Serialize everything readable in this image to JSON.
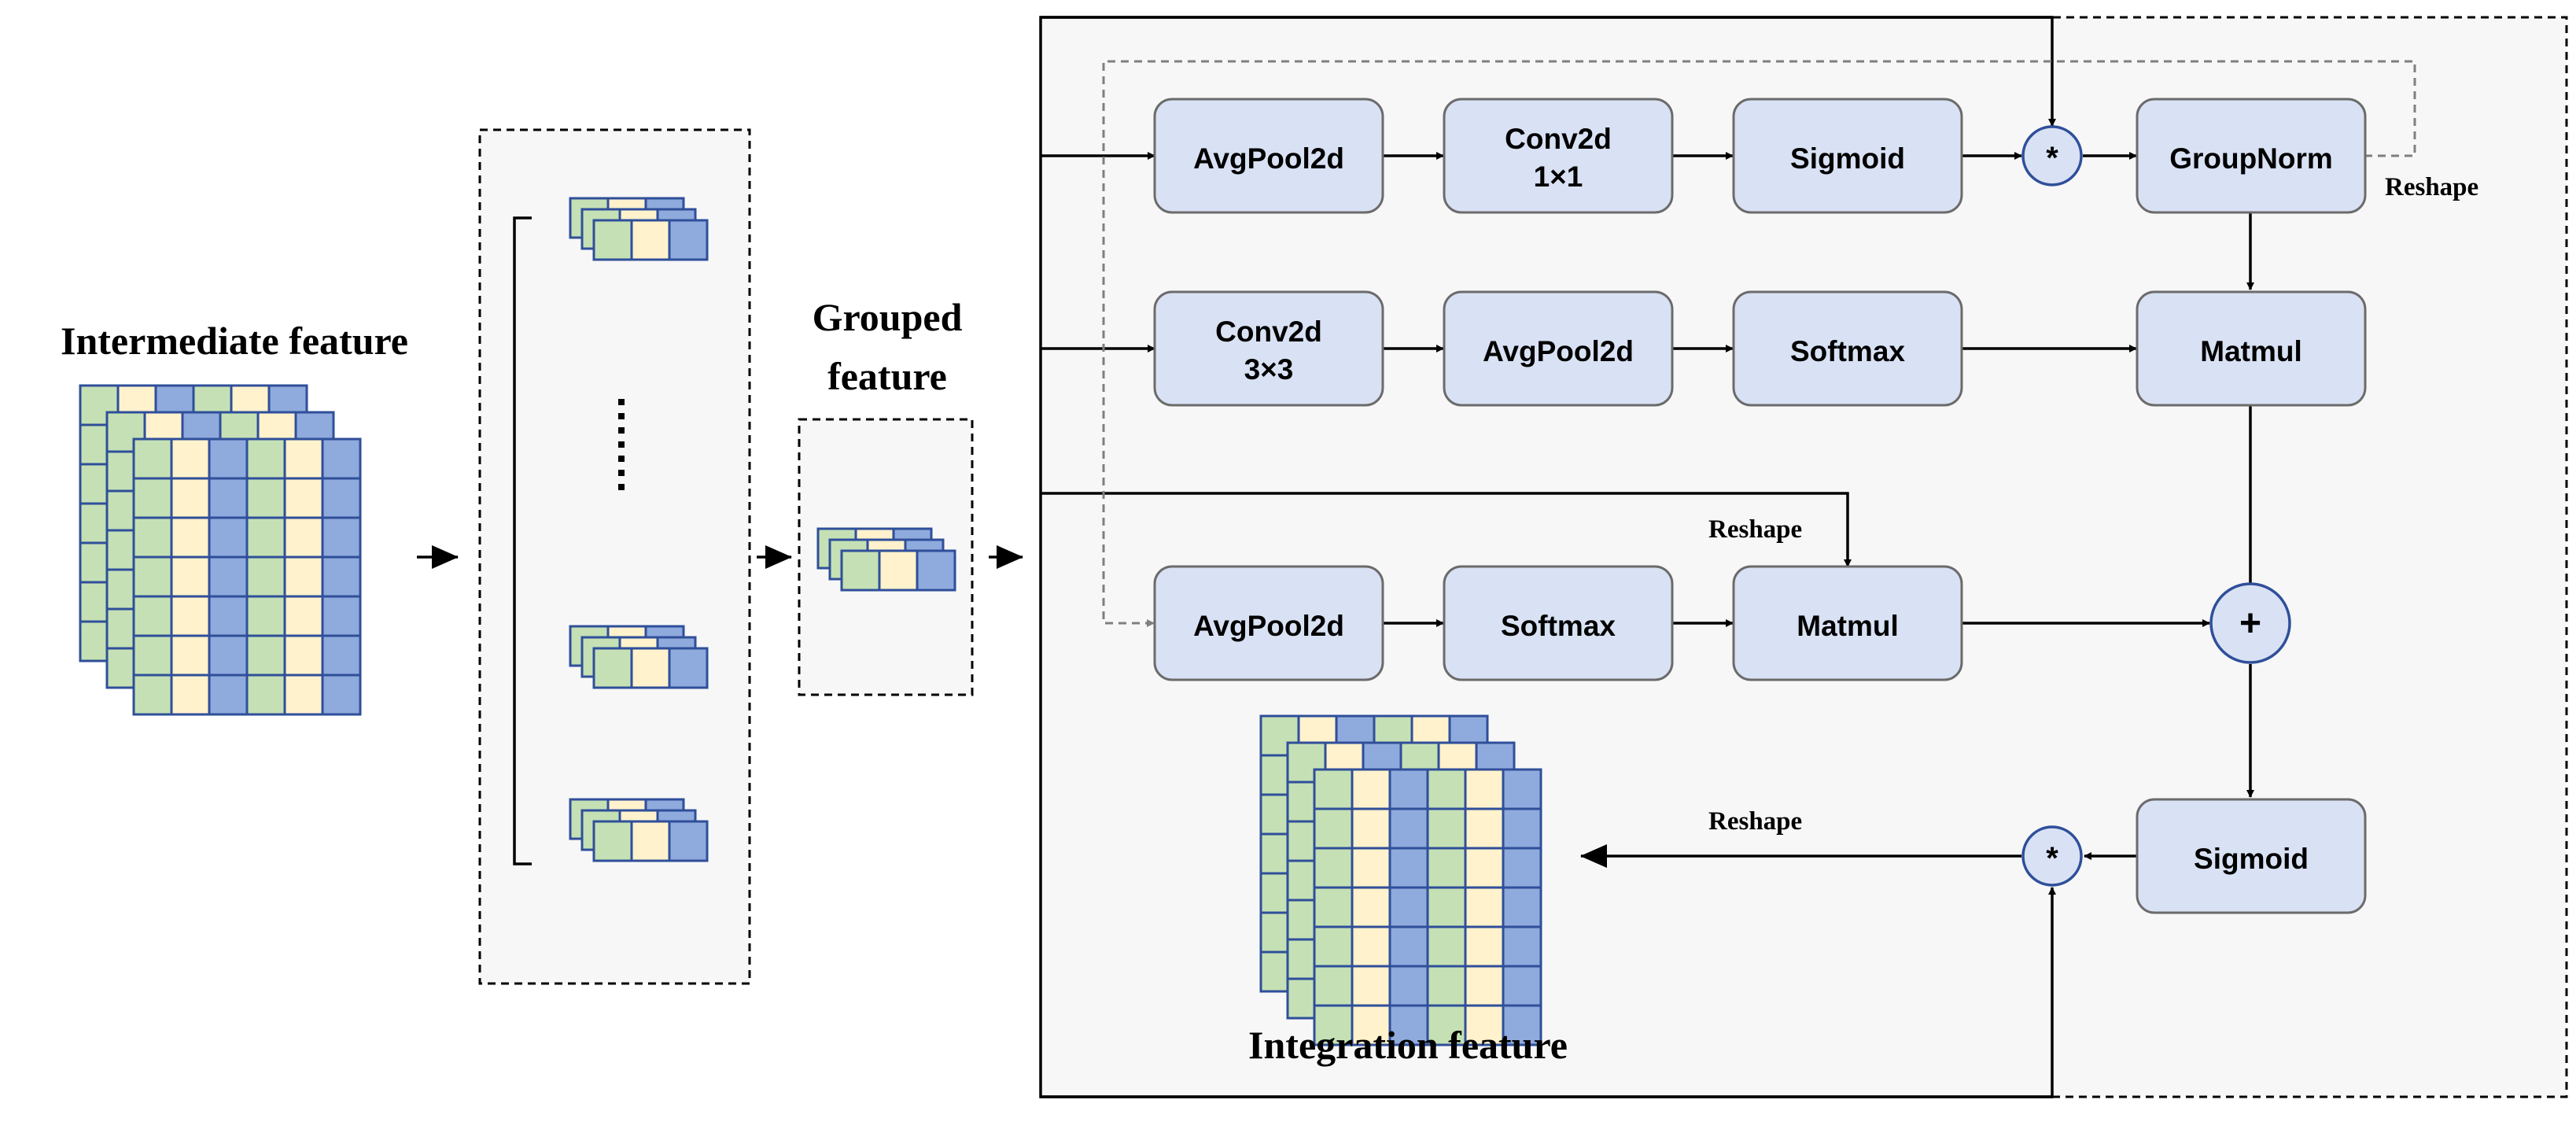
{
  "labels": {
    "intermediate": "Intermediate feature",
    "grouped_line1": "Grouped",
    "grouped_line2": "feature",
    "integration": "Integration feature",
    "reshape_top": "Reshape",
    "reshape_mid": "Reshape",
    "reshape_bottom": "Reshape",
    "ellipsis": "......"
  },
  "nodes": {
    "row1": [
      "AvgPool2d",
      [
        "Conv2d",
        "1×1"
      ],
      "Sigmoid",
      "GroupNorm"
    ],
    "row2": [
      [
        "Conv2d",
        "3×3"
      ],
      "AvgPool2d",
      "Softmax",
      "Matmul"
    ],
    "row3": [
      "AvgPool2d",
      "Softmax",
      "Matmul"
    ],
    "sigmoid_out": "Sigmoid",
    "multiply_symbol": "*",
    "add_symbol": "+"
  },
  "colors": {
    "box_fill": "#d9e1f4",
    "cell_green": "#c5e0b4",
    "cell_yellow": "#fff2cc",
    "cell_blue": "#8faadc",
    "outline_blue": "#2f4f9a"
  }
}
